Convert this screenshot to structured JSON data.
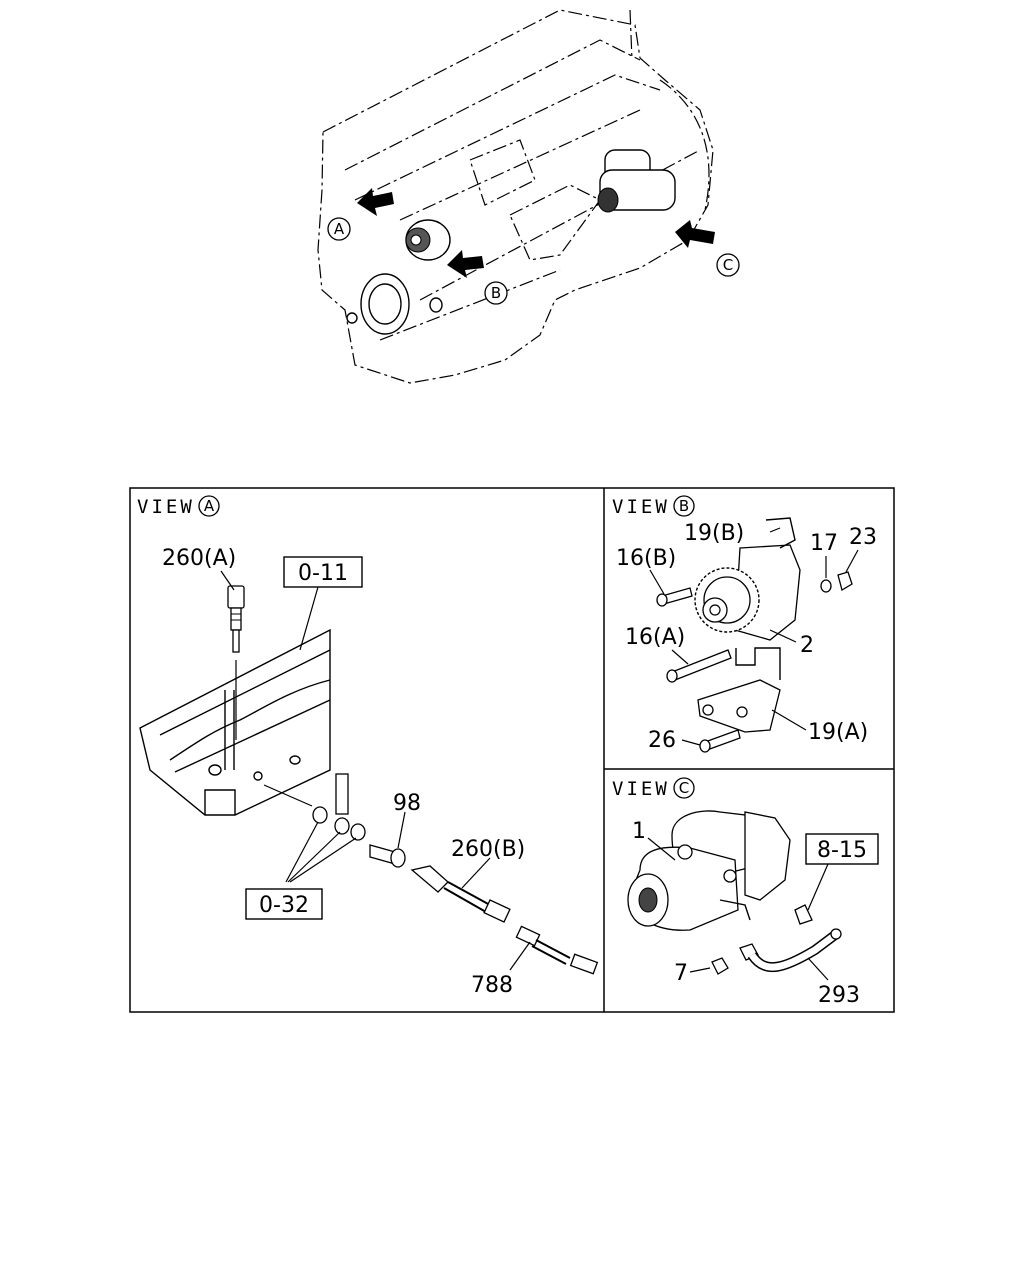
{
  "overview": {
    "callout_a": "A",
    "callout_b": "B",
    "callout_c": "C"
  },
  "view_a": {
    "title": "VIEW",
    "title_letter": "A",
    "parts": {
      "p260a": "260(A)",
      "ref011": "0-11",
      "p98": "98",
      "p260b": "260(B)",
      "ref032": "0-32",
      "p788": "788"
    }
  },
  "view_b": {
    "title": "VIEW",
    "title_letter": "B",
    "parts": {
      "p19b": "19(B)",
      "p17": "17",
      "p23": "23",
      "p16b": "16(B)",
      "p16a": "16(A)",
      "p2": "2",
      "p26": "26",
      "p19a": "19(A)"
    }
  },
  "view_c": {
    "title": "VIEW",
    "title_letter": "C",
    "parts": {
      "p1": "1",
      "ref815": "8-15",
      "p7": "7",
      "p293": "293"
    }
  }
}
